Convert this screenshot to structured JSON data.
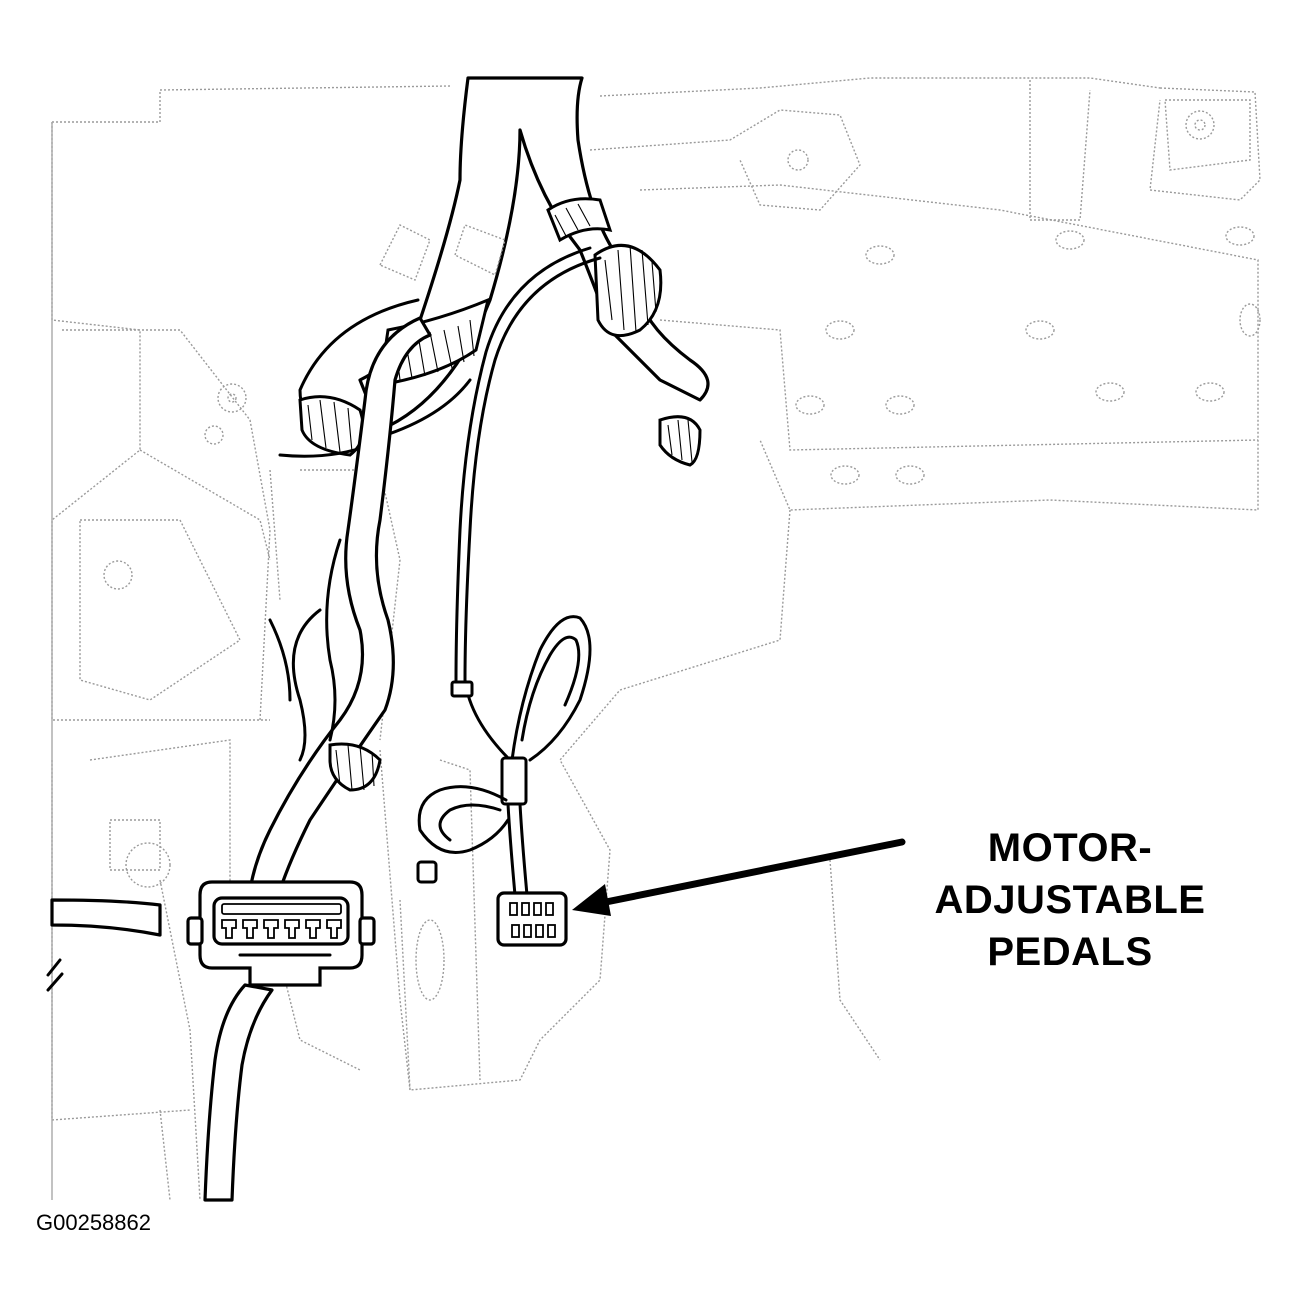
{
  "callout": {
    "lines": [
      "MOTOR-",
      "ADJUSTABLE",
      "PEDALS"
    ]
  },
  "figure_id": "G00258862",
  "icons": {
    "main_connector": "multi-pin-connector-icon",
    "pedal_connector": "small-connector-icon",
    "arrow": "arrow-left-icon"
  }
}
